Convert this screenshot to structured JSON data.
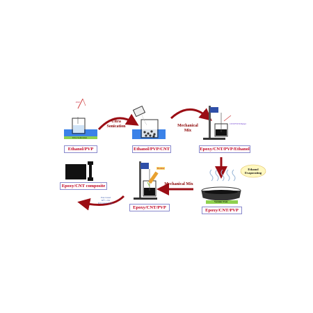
{
  "steps": {
    "s1": {
      "label": "Ethanol/PVP",
      "bath_label": "Ultra Sonication",
      "tag": "PVP"
    },
    "s2": {
      "label": "Ethanol/PVP/CNT"
    },
    "s3": {
      "label": "Epoxy/CNT/PVP/Ethanol",
      "tag": "CNT/PVP/Ethanol"
    },
    "s4": {
      "label": "Epoxy/CNT/PVP",
      "oven_label": "Vacuum Oven"
    },
    "s5": {
      "label": "Epoxy/CNT/PVP",
      "tag": "Hardner"
    },
    "s6": {
      "label": "Epoxy/CNT composite"
    }
  },
  "arrows": {
    "a1": {
      "line1": "Ultra",
      "line2": "Sonication"
    },
    "a2": {
      "line1": "Mechanical",
      "line2": "Mix"
    },
    "a3": {
      "line1": "Ethanol",
      "line2": "Evaporating"
    },
    "a4": {
      "label": "Mechanical Mix"
    },
    "a5": {
      "line1": "Post Cured",
      "line2": "60°c, 2 hr",
      "line3": "RT Cured 2 days"
    }
  },
  "colors": {
    "label_text": "#c00020",
    "arrow": "#9b0d14",
    "bath": "#3b82e8",
    "highlight": "#8fd14f"
  }
}
